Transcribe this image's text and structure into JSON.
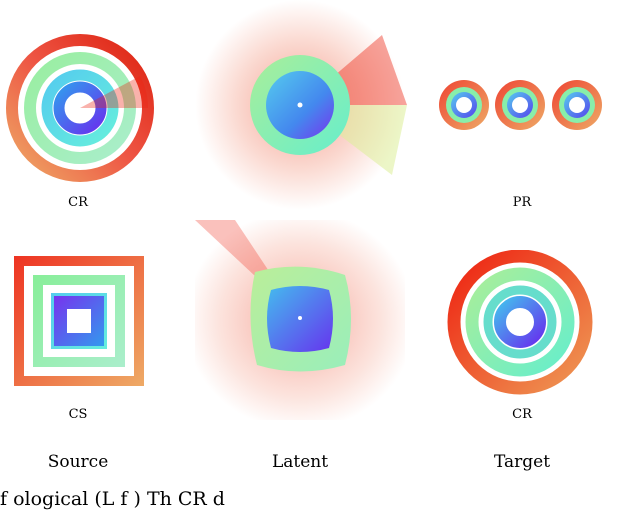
{
  "panel_labels": {
    "source_top": "CR",
    "target_top": "PR",
    "source_bottom": "CS",
    "target_bottom": "CR"
  },
  "column_labels": {
    "source": "Source",
    "latent": "Latent",
    "target": "Target"
  },
  "caption_fragment": "f   ological            (L  f ) Th                                CR     d",
  "colors": {
    "outer": "#ee4433",
    "orange": "#ee9955",
    "green": "#aaee99",
    "cyan": "#55ddcc",
    "blue": "#4477ee",
    "purple": "#7733ee",
    "red": "#dd1100"
  }
}
